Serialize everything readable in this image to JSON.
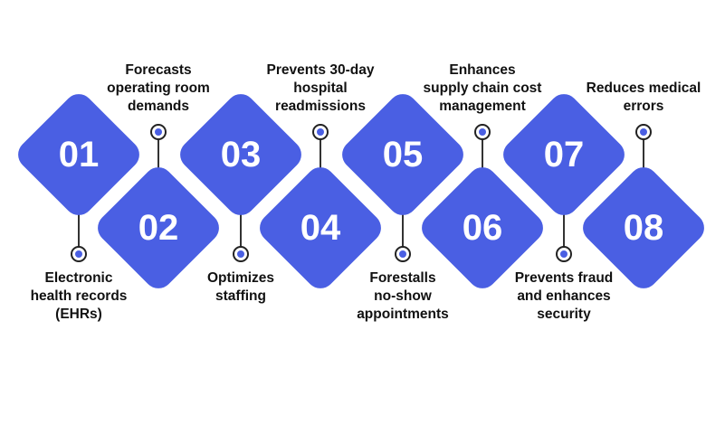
{
  "accent": "#4a5fe3",
  "steps": [
    {
      "number": "01",
      "label": "Electronic health records (EHRs)",
      "lines": [
        "Electronic",
        "health records",
        "(EHRs)"
      ]
    },
    {
      "number": "02",
      "label": "Forecasts operating room demands",
      "lines": [
        "Forecasts",
        "operating room",
        "demands"
      ]
    },
    {
      "number": "03",
      "label": "Optimizes staffing",
      "lines": [
        "Optimizes",
        "staffing"
      ]
    },
    {
      "number": "04",
      "label": "Prevents 30-day hospital readmissions",
      "lines": [
        "Prevents 30-day",
        "hospital",
        "readmissions"
      ]
    },
    {
      "number": "05",
      "label": "Forestalls no-show appointments",
      "lines": [
        "Forestalls",
        "no-show",
        "appointments"
      ]
    },
    {
      "number": "06",
      "label": "Enhances supply chain cost management",
      "lines": [
        "Enhances",
        "supply chain cost",
        "management"
      ]
    },
    {
      "number": "07",
      "label": "Prevents fraud and enhances security",
      "lines": [
        "Prevents fraud",
        "and enhances",
        "security"
      ]
    },
    {
      "number": "08",
      "label": "Reduces medical errors",
      "lines": [
        "Reduces medical",
        "errors"
      ]
    }
  ]
}
